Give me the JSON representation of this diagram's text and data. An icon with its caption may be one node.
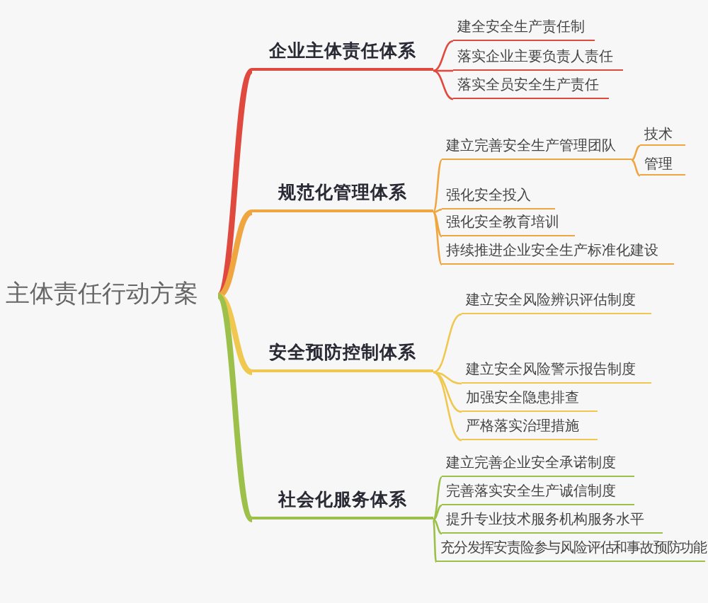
{
  "diagram": {
    "nodes": [
      {
        "text": [
          "主体责任行动方案"
        ]
      },
      {
        "text": [
          "企业主体责任体系"
        ]
      },
      {
        "text": [
          "建全安全生产责任制"
        ]
      },
      {
        "text": [
          "落实企业主要负责人责任"
        ]
      },
      {
        "text": [
          "落实全员安全生产责任"
        ]
      },
      {
        "text": [
          "规范化管理体系"
        ]
      },
      {
        "text": [
          "建立完善安全生产管理团队"
        ]
      },
      {
        "text": [
          "技术"
        ]
      },
      {
        "text": [
          "管理"
        ]
      },
      {
        "text": [
          "强化安全投入"
        ]
      },
      {
        "text": [
          "强化安全教育培训"
        ]
      },
      {
        "text": [
          "持续推进企业安全生产标准化建设"
        ]
      },
      {
        "text": [
          "安全预防控制体系"
        ]
      },
      {
        "text": [
          "建立安全风险辨识评估制度"
        ]
      },
      {
        "text": [
          "建立安全风险警示报告制度"
        ]
      },
      {
        "text": [
          "加强安全隐患排查"
        ]
      },
      {
        "text": [
          "严格落实治理措施"
        ]
      },
      {
        "text": [
          "社会化服务体系"
        ]
      },
      {
        "text": [
          "建立完善企业安全承诺制度"
        ]
      },
      {
        "text": [
          "完善落实安全生产诚信制度"
        ]
      },
      {
        "text": [
          "提升专业技术服务机构服务水平"
        ]
      },
      {
        "text": [
          "充分发挥安责险参与风险评估和事故预防功能"
        ]
      }
    ],
    "edges": [
      {
        "from": 0,
        "to": 1,
        "arrow": "none",
        "style": "thick",
        "color": "#e0493e"
      },
      {
        "from": 0,
        "to": 5,
        "arrow": "none",
        "style": "thick",
        "color": "#f0a640"
      },
      {
        "from": 0,
        "to": 12,
        "arrow": "none",
        "style": "thick",
        "color": "#f0c850"
      },
      {
        "from": 0,
        "to": 17,
        "arrow": "none",
        "style": "thick",
        "color": "#9cc04a"
      },
      {
        "from": 1,
        "to": 2,
        "arrow": "none",
        "color": "#e0493e"
      },
      {
        "from": 1,
        "to": 3,
        "arrow": "none",
        "color": "#e0493e"
      },
      {
        "from": 1,
        "to": 4,
        "arrow": "none",
        "color": "#e0493e"
      },
      {
        "from": 5,
        "to": 6,
        "arrow": "none",
        "color": "#f0a640"
      },
      {
        "from": 6,
        "to": 7,
        "arrow": "none",
        "color": "#f0a640"
      },
      {
        "from": 6,
        "to": 8,
        "arrow": "none",
        "color": "#f0a640"
      },
      {
        "from": 5,
        "to": 9,
        "arrow": "none",
        "color": "#f0a640"
      },
      {
        "from": 5,
        "to": 10,
        "arrow": "none",
        "color": "#f0a640"
      },
      {
        "from": 5,
        "to": 11,
        "arrow": "none",
        "color": "#f0a640"
      },
      {
        "from": 12,
        "to": 13,
        "arrow": "none",
        "color": "#f0c850"
      },
      {
        "from": 12,
        "to": 14,
        "arrow": "none",
        "color": "#f0c850"
      },
      {
        "from": 12,
        "to": 15,
        "arrow": "none",
        "color": "#f0c850"
      },
      {
        "from": 12,
        "to": 16,
        "arrow": "none",
        "color": "#f0c850"
      },
      {
        "from": 17,
        "to": 18,
        "arrow": "none",
        "color": "#9cc04a"
      },
      {
        "from": 17,
        "to": 19,
        "arrow": "none",
        "color": "#9cc04a"
      },
      {
        "from": 17,
        "to": 20,
        "arrow": "none",
        "color": "#9cc04a"
      },
      {
        "from": 17,
        "to": 21,
        "arrow": "none",
        "color": "#9cc04a"
      }
    ]
  }
}
